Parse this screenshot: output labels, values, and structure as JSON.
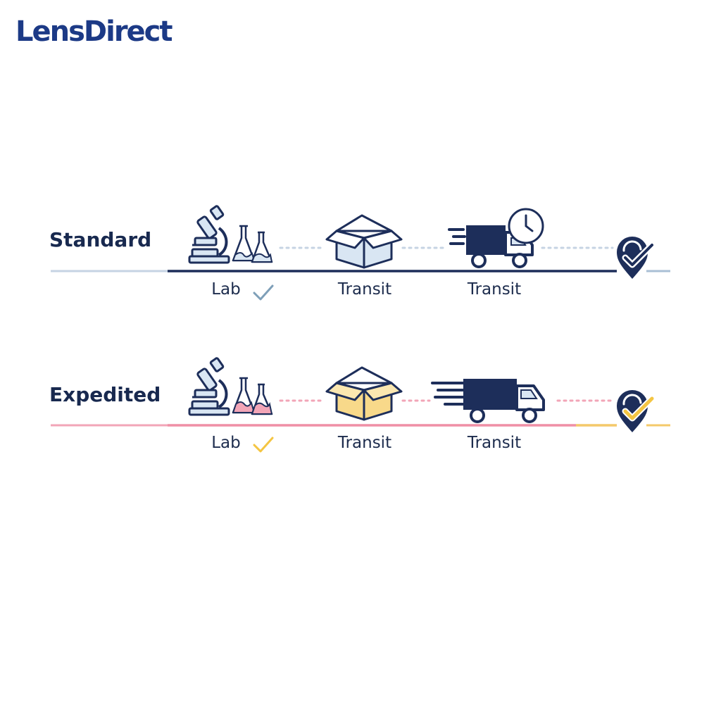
{
  "brand": {
    "name": "LensDirect",
    "color": "#1c3a86"
  },
  "options": [
    {
      "label": "Standard",
      "stages": [
        {
          "label": "Lab",
          "icon": "microscope-icon",
          "secondary_icon": "flask-icon",
          "completed": true
        },
        {
          "label": "Transit",
          "icon": "box-icon"
        },
        {
          "label": "Transit",
          "icon": "delivery-truck-icon",
          "secondary_icon": "clock-icon"
        }
      ],
      "destination_icon": "location-pin-check-icon",
      "colors": {
        "primary": "#1d2e5a",
        "accent": "#c6d3e3",
        "fill": "#d9e6f3",
        "check": "#7e9fb8",
        "track_light": "#c6d3e3",
        "track_end": "#a9bfd4"
      }
    },
    {
      "label": "Expedited",
      "stages": [
        {
          "label": "Lab",
          "icon": "microscope-icon",
          "secondary_icon": "flask-icon",
          "completed": true
        },
        {
          "label": "Transit",
          "icon": "box-icon"
        },
        {
          "label": "Transit",
          "icon": "fast-delivery-truck-icon"
        }
      ],
      "destination_icon": "location-pin-check-icon",
      "colors": {
        "primary": "#1d2e5a",
        "accent": "#f2a5b7",
        "fill": "#f8d98a",
        "check": "#f4c542",
        "track_light": "#ef8fa6",
        "track_end": "#f4c96a"
      }
    }
  ]
}
